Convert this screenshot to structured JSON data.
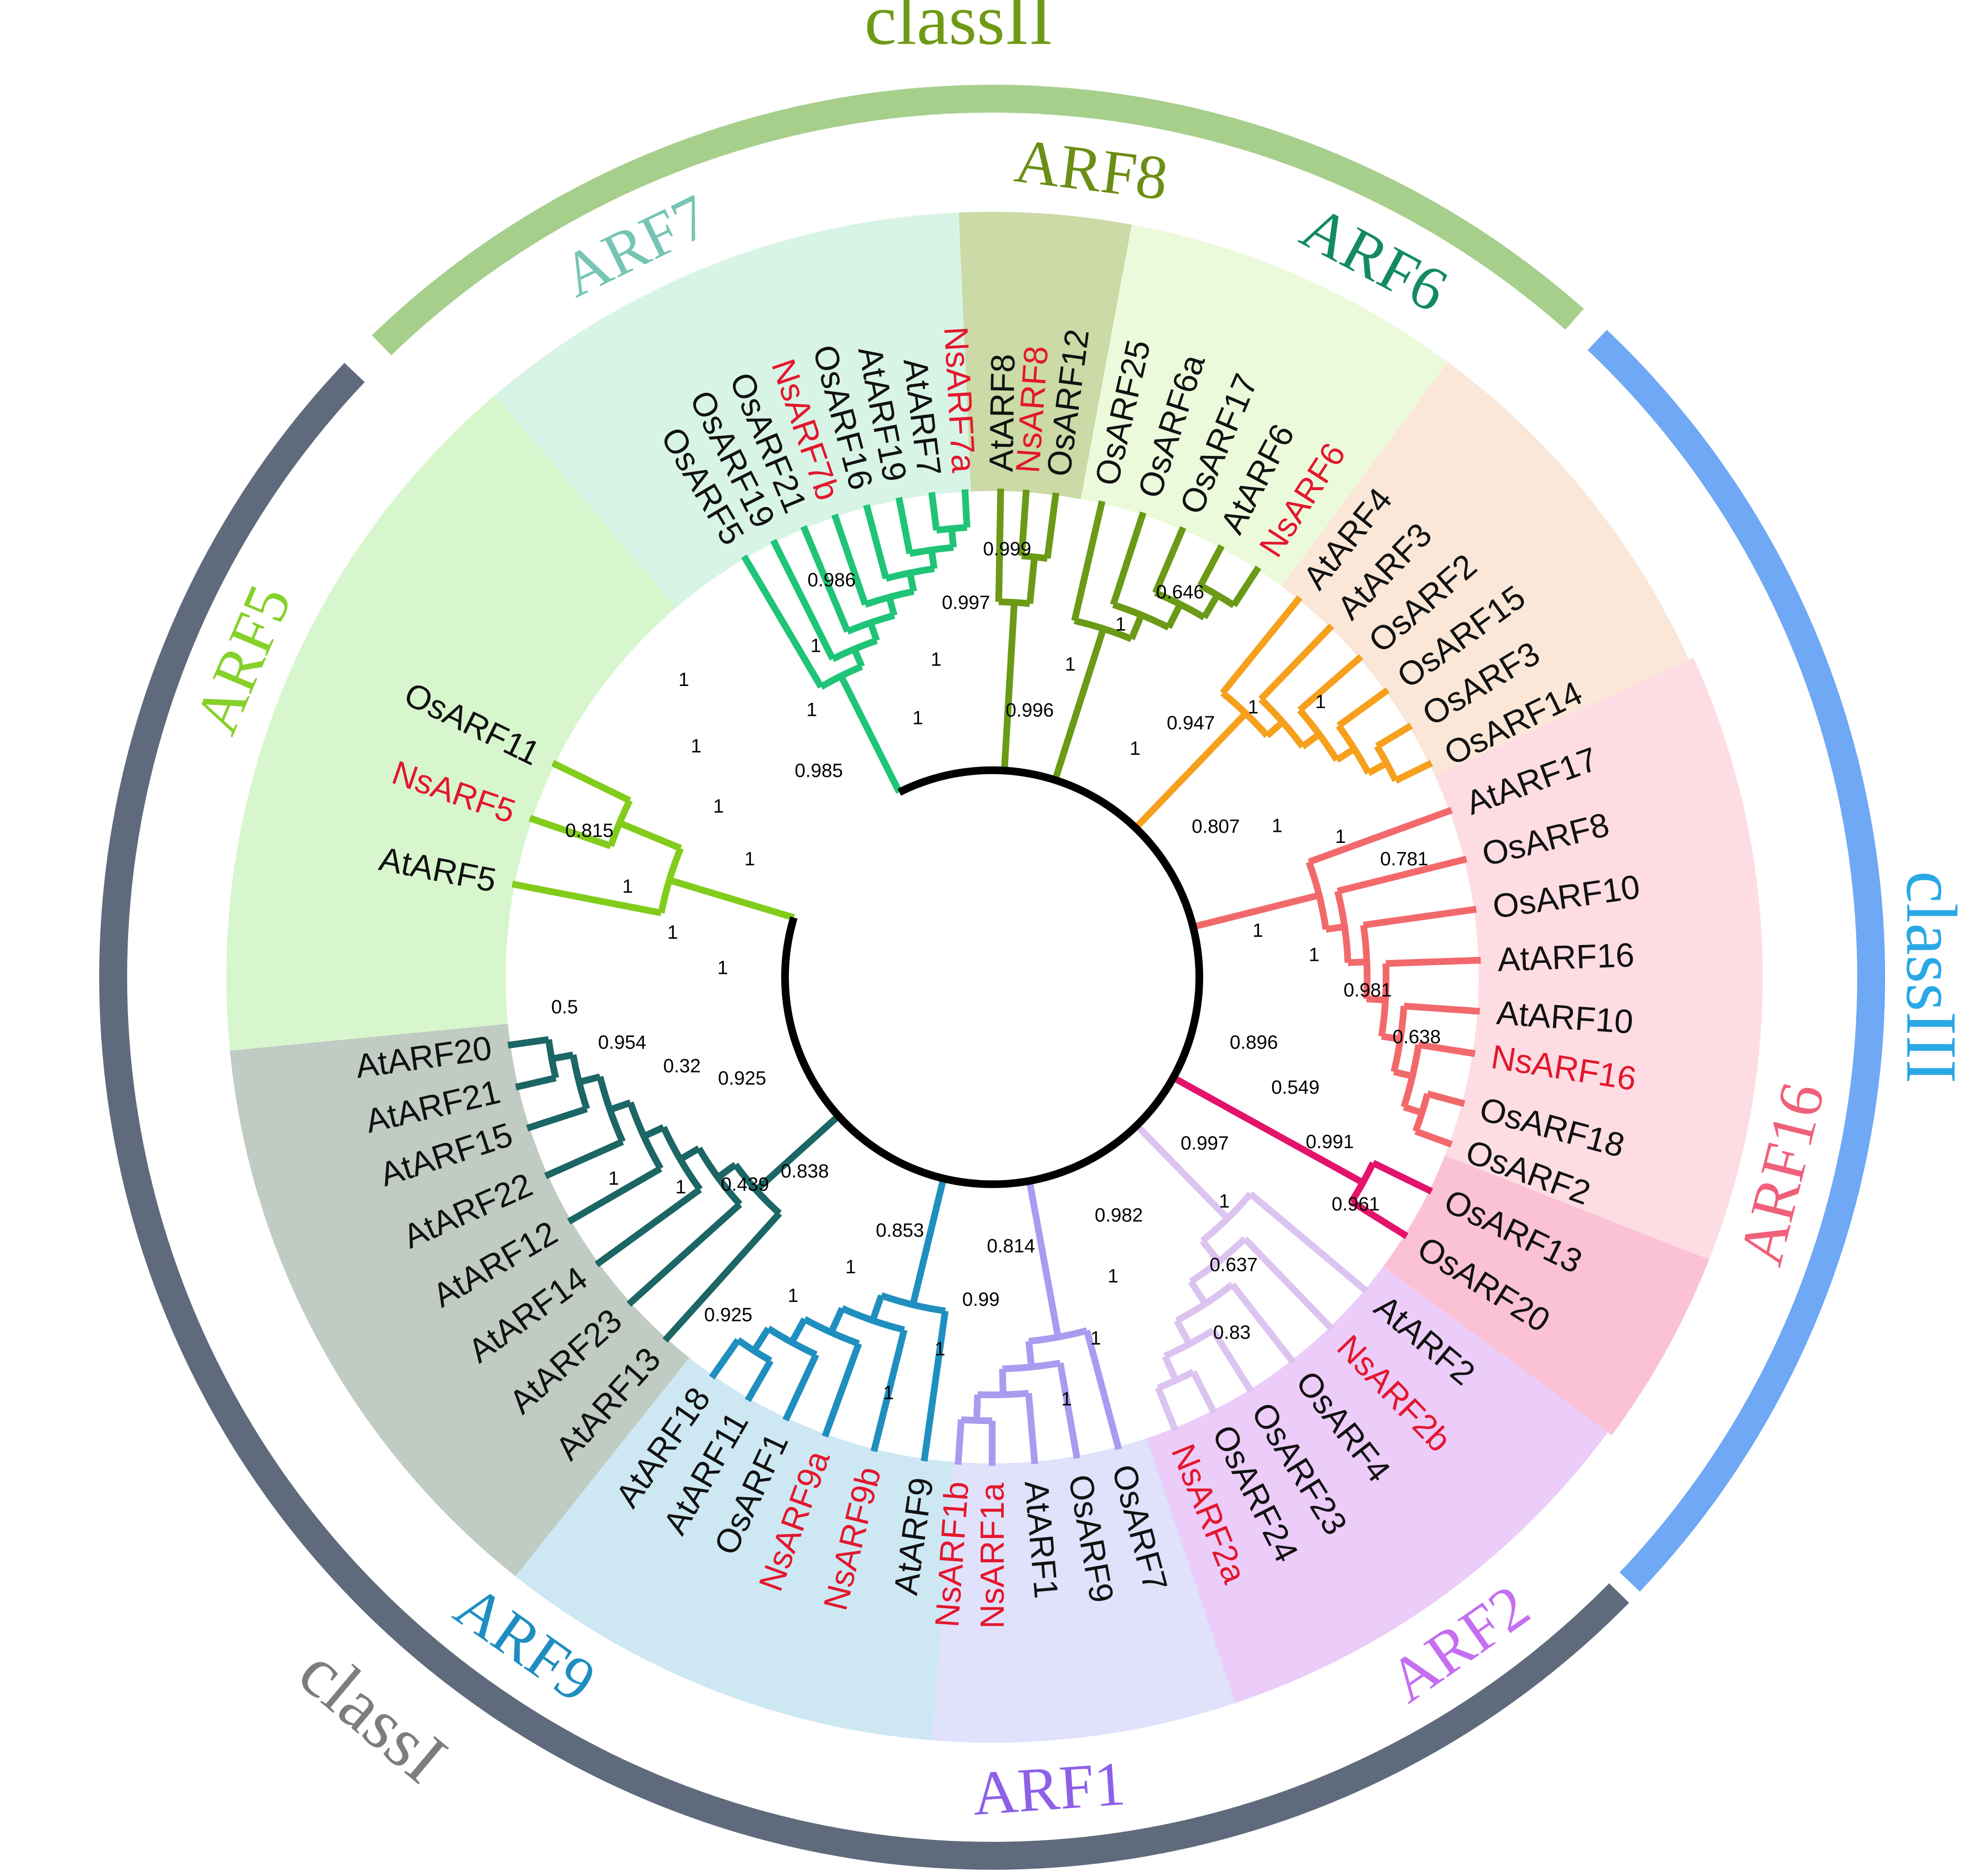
{
  "classes": [
    {
      "label": "classII",
      "color": "#a7cf8c",
      "text_color": "#6f9a16"
    },
    {
      "label": "classIII",
      "color": "#6fa8f5",
      "text_color": "#2aa8e6"
    },
    {
      "label": "classI",
      "color": "#5f6b7c",
      "text_color": "#7d7d7d"
    }
  ],
  "groups": [
    {
      "label": "ARF7",
      "text_color": "#76c5b4",
      "fill": "#d8f4e6",
      "branch_color": "#1fc477",
      "tips": [
        "OsARF5",
        "OsARF19",
        "OsARF21",
        "NsARF7b",
        "OsARF16",
        "AtARF19",
        "AtARF7",
        "NsARF7a"
      ]
    },
    {
      "label": "ARF8",
      "text_color": "#6c8e14",
      "fill": "#cbdaa6",
      "branch_color": "#6a9a16",
      "tips": [
        "AtARF8",
        "NsARF8",
        "OsARF12"
      ]
    },
    {
      "label": "ARF6",
      "text_color": "#138a63",
      "fill": "#ecfadc",
      "branch_color": "#6a9a16",
      "tips": [
        "OsARF25",
        "OsARF6a",
        "OsARF17",
        "AtARF6",
        "NsARF6"
      ]
    },
    {
      "label": "",
      "text_color": "#000000",
      "fill": "#fbe7d7",
      "branch_color": "#f6a01e",
      "tips": [
        "AtARF4",
        "AtARF3",
        "OsARF2",
        "OsARF15",
        "OsARF3",
        "OsARF14"
      ]
    },
    {
      "label": "ARF16",
      "text_color": "#f0607a",
      "fill": "#fddde3",
      "branch_color": "#f2696c",
      "tips": [
        "AtARF17",
        "OsARF8",
        "OsARF10",
        "AtARF16",
        "AtARF10",
        "NsARF16",
        "OsARF18",
        "OsARF2"
      ]
    },
    {
      "label": "",
      "text_color": "#000000",
      "fill": "#fbc2d6",
      "branch_color": "#e3136b",
      "tips": [
        "OsARF13",
        "OsARF20"
      ]
    },
    {
      "label": "ARF2",
      "text_color": "#c56ff0",
      "fill": "#ecccf9",
      "branch_color": "#dcc4f0",
      "tips": [
        "AtARF2",
        "NsARF2b",
        "OsARF4",
        "OsARF23",
        "OsARF24",
        "NsARF2a"
      ]
    },
    {
      "label": "ARF1",
      "text_color": "#8d60e8",
      "fill": "#e0e1fb",
      "branch_color": "#a89cf0",
      "tips": [
        "OsARF7",
        "OsARF9",
        "AtARF1",
        "NsARF1a",
        "NsARF1b"
      ]
    },
    {
      "label": "ARF9",
      "text_color": "#1e8ec1",
      "fill": "#cde8f3",
      "branch_color": "#1f8fbf",
      "tips": [
        "AtARF9",
        "NsARF9b",
        "NsARF9a",
        "OsARF1",
        "AtARF11",
        "AtARF18"
      ]
    },
    {
      "label": "",
      "text_color": "#000000",
      "fill": "#bfcbc3",
      "branch_color": "#1c6665",
      "tips": [
        "AtARF13",
        "AtARF23",
        "AtARF14",
        "AtARF12",
        "AtARF22",
        "AtARF15",
        "AtARF21",
        "AtARF20"
      ]
    },
    {
      "label": "ARF5",
      "text_color": "#86d02a",
      "fill": "#d8f6cd",
      "branch_color": "#82cc1c",
      "tips": [
        "AtARF5",
        "NsARF5",
        "OsARF11"
      ]
    }
  ],
  "red_tips": [
    "NsARF7a",
    "NsARF7b",
    "NsARF6",
    "NsARF8",
    "NsARF16",
    "NsARF2a",
    "NsARF2b",
    "NsARF1a",
    "NsARF1b",
    "NsARF9a",
    "NsARF9b",
    "NsARF5"
  ],
  "bootstrap": [
    "0.985",
    "1",
    "1",
    "0.986",
    "1",
    "1",
    "0.997",
    "0.999",
    "0.996",
    "1",
    "1",
    "0.646",
    "1",
    "0.947",
    "1",
    "1",
    "0.807",
    "1",
    "1",
    "0.781",
    "1",
    "1",
    "0.981",
    "0.638",
    "0.896",
    "0.549",
    "0.991",
    "0.961",
    "0.997",
    "1",
    "0.637",
    "0.83",
    "0.982",
    "1",
    "1",
    "1",
    "0.814",
    "0.99",
    "1",
    "1",
    "0.853",
    "1",
    "1",
    "0.925",
    "0.838",
    "0.439",
    "1",
    "1",
    "0.925",
    "0.32",
    "0.954",
    "0.5",
    "1",
    "1",
    "1",
    "0.815",
    "1",
    "1",
    "1",
    "1"
  ],
  "colors": {
    "trunk": "#000000",
    "ns_red": "#e3172d"
  }
}
